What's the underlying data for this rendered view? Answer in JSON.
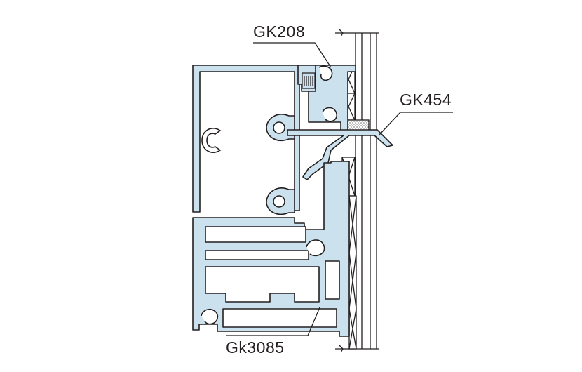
{
  "callouts": {
    "gk208": "GK208",
    "gk454": "GK454",
    "gk3085": "Gk3085"
  },
  "colors": {
    "profile_fill": "#cbe2ee",
    "profile_stroke": "#231f20",
    "leader_line": "#231f20",
    "background": "#ffffff"
  }
}
